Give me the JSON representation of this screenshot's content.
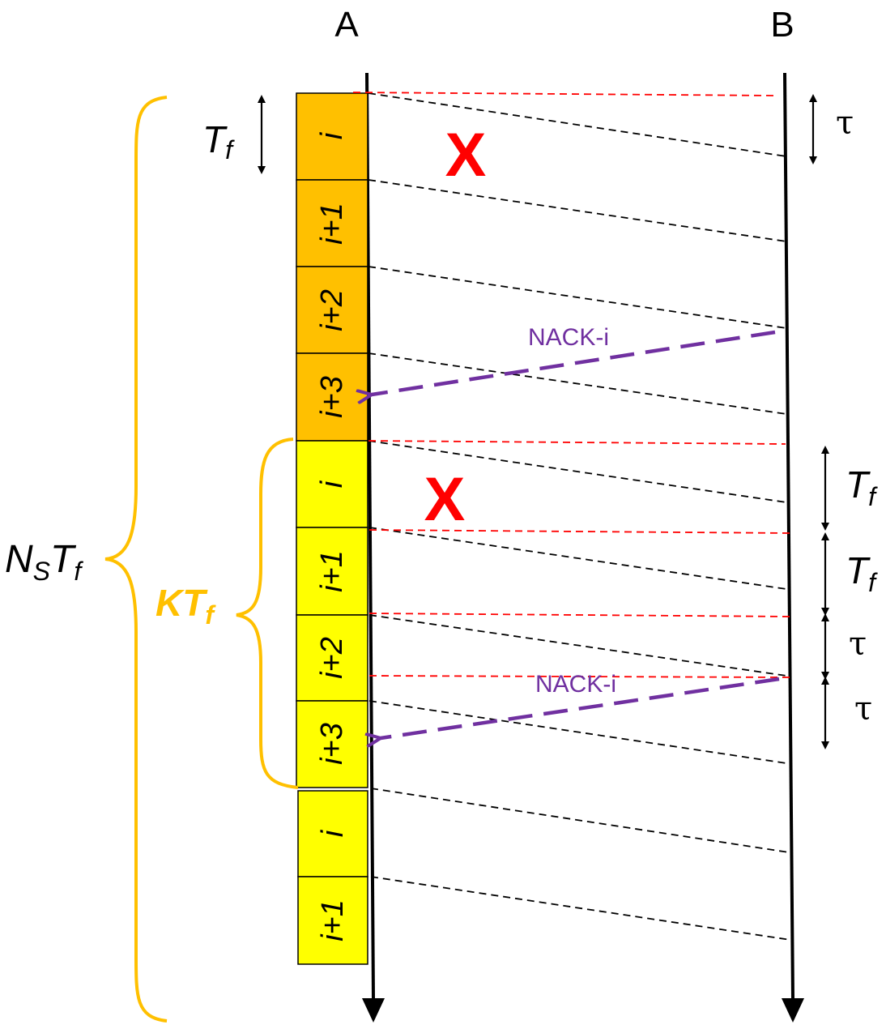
{
  "nodes": {
    "a_label": "A",
    "b_label": "B"
  },
  "frames": [
    {
      "label": "i",
      "color": "#ffc000"
    },
    {
      "label": "i+1",
      "color": "#ffc000"
    },
    {
      "label": "i+2",
      "color": "#ffc000"
    },
    {
      "label": "i+3",
      "color": "#ffc000"
    },
    {
      "label": "i",
      "color": "#ffff00"
    },
    {
      "label": "i+1",
      "color": "#ffff00"
    },
    {
      "label": "i+2",
      "color": "#ffff00"
    },
    {
      "label": "i+3",
      "color": "#ffff00"
    },
    {
      "label": "i",
      "color": "#ffff00"
    },
    {
      "label": "i+1",
      "color": "#ffff00"
    }
  ],
  "loss_mark": "X",
  "nack_label": "NACK-i",
  "timing": {
    "tf_base": "T",
    "tf_sub": "f",
    "tau": "τ"
  },
  "braces": {
    "ns_n": "N",
    "ns_s": "S",
    "ns_t": "T",
    "ns_f": "f",
    "kt_k": "KT",
    "kt_f": "f"
  },
  "colors": {
    "orange": "#ffc000",
    "yellow": "#ffff00",
    "nack": "#7030a0",
    "loss": "#ff0000",
    "brace": "#ffc000"
  }
}
